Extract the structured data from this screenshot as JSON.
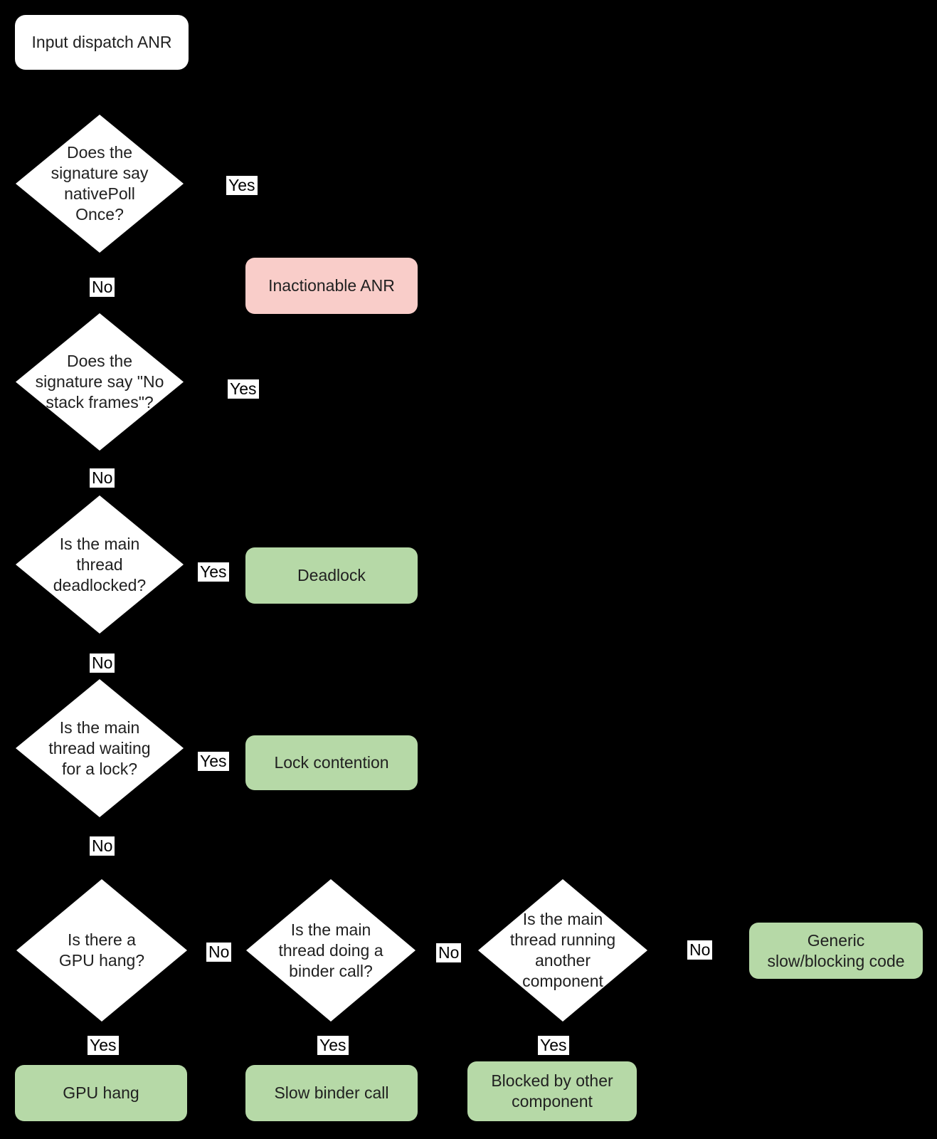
{
  "title": "Input dispatch ANR decision flowchart",
  "colors": {
    "background": "#000000",
    "node_fill": "#ffffff",
    "outcome_green": "#b6d9a7",
    "outcome_red": "#f9cdc9",
    "text": "#212121"
  },
  "start": {
    "label": "Input dispatch ANR"
  },
  "decisions": {
    "native_poll": {
      "label": "Does the\nsignature say\nnativePoll\nOnce?"
    },
    "no_stack_frames": {
      "label": "Does the\nsignature say \"No\nstack frames\"?"
    },
    "deadlocked": {
      "label": "Is the main\nthread\ndeadlocked?"
    },
    "waiting_lock": {
      "label": "Is the main\nthread waiting\nfor a lock?"
    },
    "gpu_hang": {
      "label": "Is there a\nGPU hang?"
    },
    "binder_call": {
      "label": "Is the main\nthread doing a\nbinder call?"
    },
    "another_component": {
      "label": "Is the main\nthread running\nanother\ncomponent"
    }
  },
  "outcomes": {
    "inactionable": {
      "label": "Inactionable ANR",
      "type": "red"
    },
    "deadlock": {
      "label": "Deadlock",
      "type": "green"
    },
    "lock_contention": {
      "label": "Lock contention",
      "type": "green"
    },
    "generic_slow": {
      "label": "Generic\nslow/blocking code",
      "type": "green"
    },
    "gpu_hang": {
      "label": "GPU hang",
      "type": "green"
    },
    "slow_binder": {
      "label": "Slow binder call",
      "type": "green"
    },
    "blocked_other": {
      "label": "Blocked by other\ncomponent",
      "type": "green"
    }
  },
  "edge_labels": {
    "yes": "Yes",
    "no": "No"
  }
}
